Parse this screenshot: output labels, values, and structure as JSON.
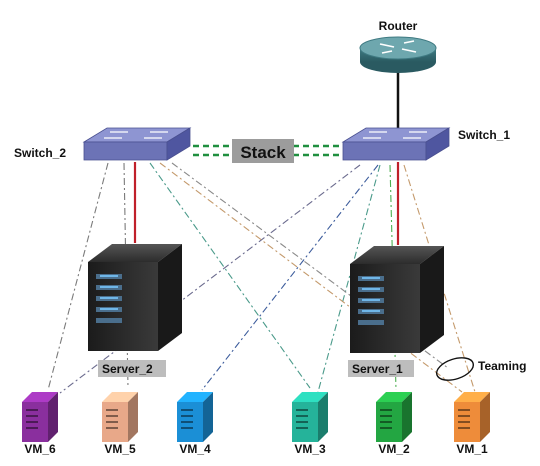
{
  "router": {
    "label": "Router"
  },
  "switches": [
    {
      "id": "switch_2",
      "label": "Switch_2"
    },
    {
      "id": "switch_1",
      "label": "Switch_1"
    }
  ],
  "stack": {
    "label": "Stack"
  },
  "servers": [
    {
      "id": "server_2",
      "label": "Server_2"
    },
    {
      "id": "server_1",
      "label": "Server_1"
    }
  ],
  "teaming": {
    "label": "Teaming"
  },
  "vms": [
    {
      "label": "VM_6",
      "color": "#8a2f9e"
    },
    {
      "label": "VM_5",
      "color": "#e8a889"
    },
    {
      "label": "VM_4",
      "color": "#1b8fd6"
    },
    {
      "label": "VM_3",
      "color": "#25b39a"
    },
    {
      "label": "VM_2",
      "color": "#23a642"
    },
    {
      "label": "VM_1",
      "color": "#ee8c3a"
    }
  ],
  "colors": {
    "switch_face": "#6c73b6",
    "switch_top": "#8e95d2",
    "router": "#4f8e96",
    "uplink_red": "#c0202a",
    "stack_green": "#1f8f3f",
    "stack_box": "#9c9c9c"
  }
}
